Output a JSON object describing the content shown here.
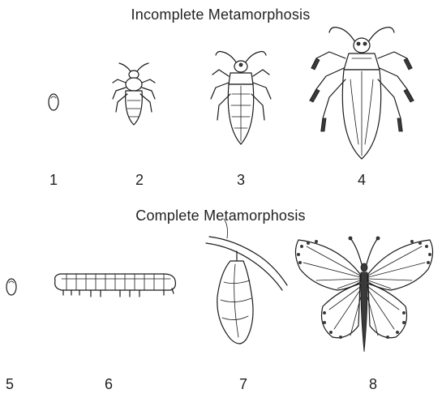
{
  "sections": {
    "incomplete": {
      "title": "Incomplete Metamorphosis",
      "stages": [
        {
          "number": "1",
          "icon": "egg-icon"
        },
        {
          "number": "2",
          "icon": "nymph-small-icon"
        },
        {
          "number": "3",
          "icon": "nymph-large-icon"
        },
        {
          "number": "4",
          "icon": "adult-beetle-icon"
        }
      ]
    },
    "complete": {
      "title": "Complete Metamorphosis",
      "stages": [
        {
          "number": "5",
          "icon": "egg-icon"
        },
        {
          "number": "6",
          "icon": "caterpillar-icon"
        },
        {
          "number": "7",
          "icon": "chrysalis-icon"
        },
        {
          "number": "8",
          "icon": "butterfly-icon"
        }
      ]
    }
  }
}
